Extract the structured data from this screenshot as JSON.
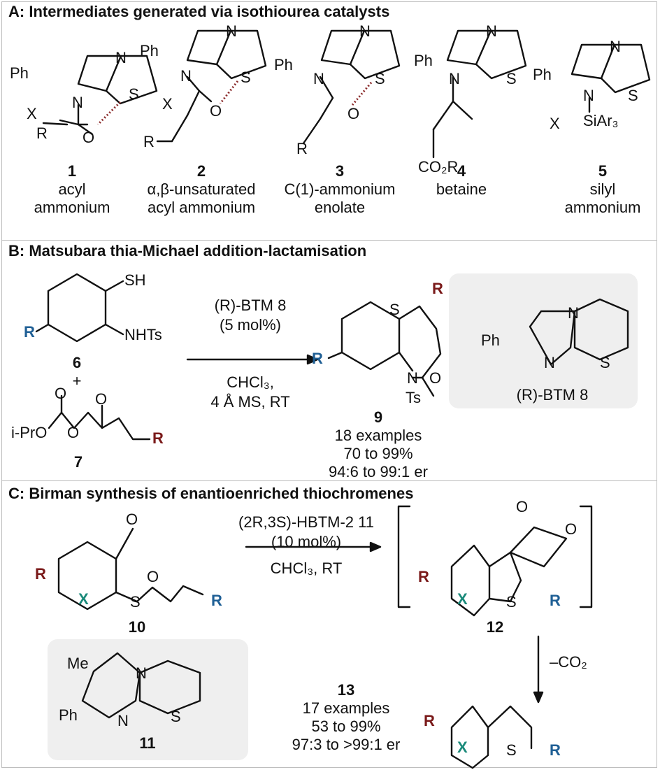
{
  "sections": {
    "a_title": "A: Intermediates generated via isothiourea catalysts",
    "b_title": "B: Matsubara thia-Michael addition-lactamisation",
    "c_title": "C: Birman synthesis of enantioenriched thiochromenes"
  },
  "panel_a": {
    "compounds": [
      {
        "number": "1",
        "line1": "acyl",
        "line2": "ammonium"
      },
      {
        "number": "2",
        "line1": "α,β-unsaturated",
        "line2": "acyl ammonium"
      },
      {
        "number": "3",
        "line1": "C(1)-ammonium",
        "line2": "enolate"
      },
      {
        "number": "4",
        "line1": "betaine",
        "line2": ""
      },
      {
        "number": "5",
        "line1": "silyl",
        "line2": "ammonium"
      }
    ],
    "atoms": {
      "ph": "Ph",
      "n": "N",
      "s": "S",
      "o": "O",
      "x": "X",
      "r": "R",
      "co2r": "CO₂R",
      "siar3": "SiAr₃"
    }
  },
  "panel_b": {
    "reagent": "(R)-BTM 8",
    "loading": "(5 mol%)",
    "solvent": "CHCl₃,",
    "conditions": "4 Å MS, RT",
    "compound_6": "6",
    "plus": "+",
    "compound_7": "7",
    "product_number": "9",
    "examples": "18 examples",
    "yield": "70 to 99%",
    "er": "94:6 to 99:1 er",
    "catalyst_label": "(R)-BTM 8",
    "atoms": {
      "sh": "SH",
      "nhts": "NHTs",
      "ipro": "i-PrO",
      "ts": "Ts",
      "ph": "Ph"
    }
  },
  "panel_c": {
    "reagent": "(2R,3S)-HBTM-2 11",
    "loading": "(10 mol%)",
    "conditions": "CHCl₃, RT",
    "compound_10": "10",
    "compound_12": "12",
    "compound_11": "11",
    "decarboxylation": "–CO₂",
    "product_number": "13",
    "examples": "17 examples",
    "yield": "53 to 99%",
    "er": "97:3 to >99:1 er",
    "atoms": {
      "me": "Me",
      "ph": "Ph"
    }
  },
  "colors": {
    "red": "#7a1a1a",
    "blue": "#1f5f95",
    "teal": "#1a8a7a",
    "box": "#efefef",
    "border": "#bdbdbd"
  }
}
